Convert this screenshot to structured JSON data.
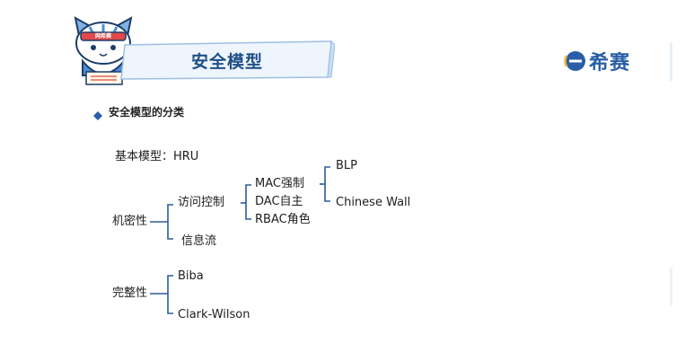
{
  "header": {
    "title": "安全模型",
    "mascot_badge": "网希赛",
    "logo_text": "希赛"
  },
  "section": {
    "bullet_label": "安全模型的分类"
  },
  "diagram": {
    "base_model": "基本模型：HRU",
    "confidentiality": {
      "label": "机密性",
      "access_control": {
        "label": "访问控制",
        "mac": {
          "label": "MAC强制",
          "children": [
            "BLP",
            "Chinese Wall"
          ]
        },
        "dac": "DAC自主",
        "rbac": "RBAC角色"
      },
      "info_flow": "信息流"
    },
    "integrity": {
      "label": "完整性",
      "children": [
        "Biba",
        "Clark-Wilson"
      ]
    }
  },
  "colors": {
    "title": "#1f4f86",
    "bracket": "#2c5c9a",
    "bullet": "#2a5ea8",
    "logo": "#2a5ea8"
  }
}
